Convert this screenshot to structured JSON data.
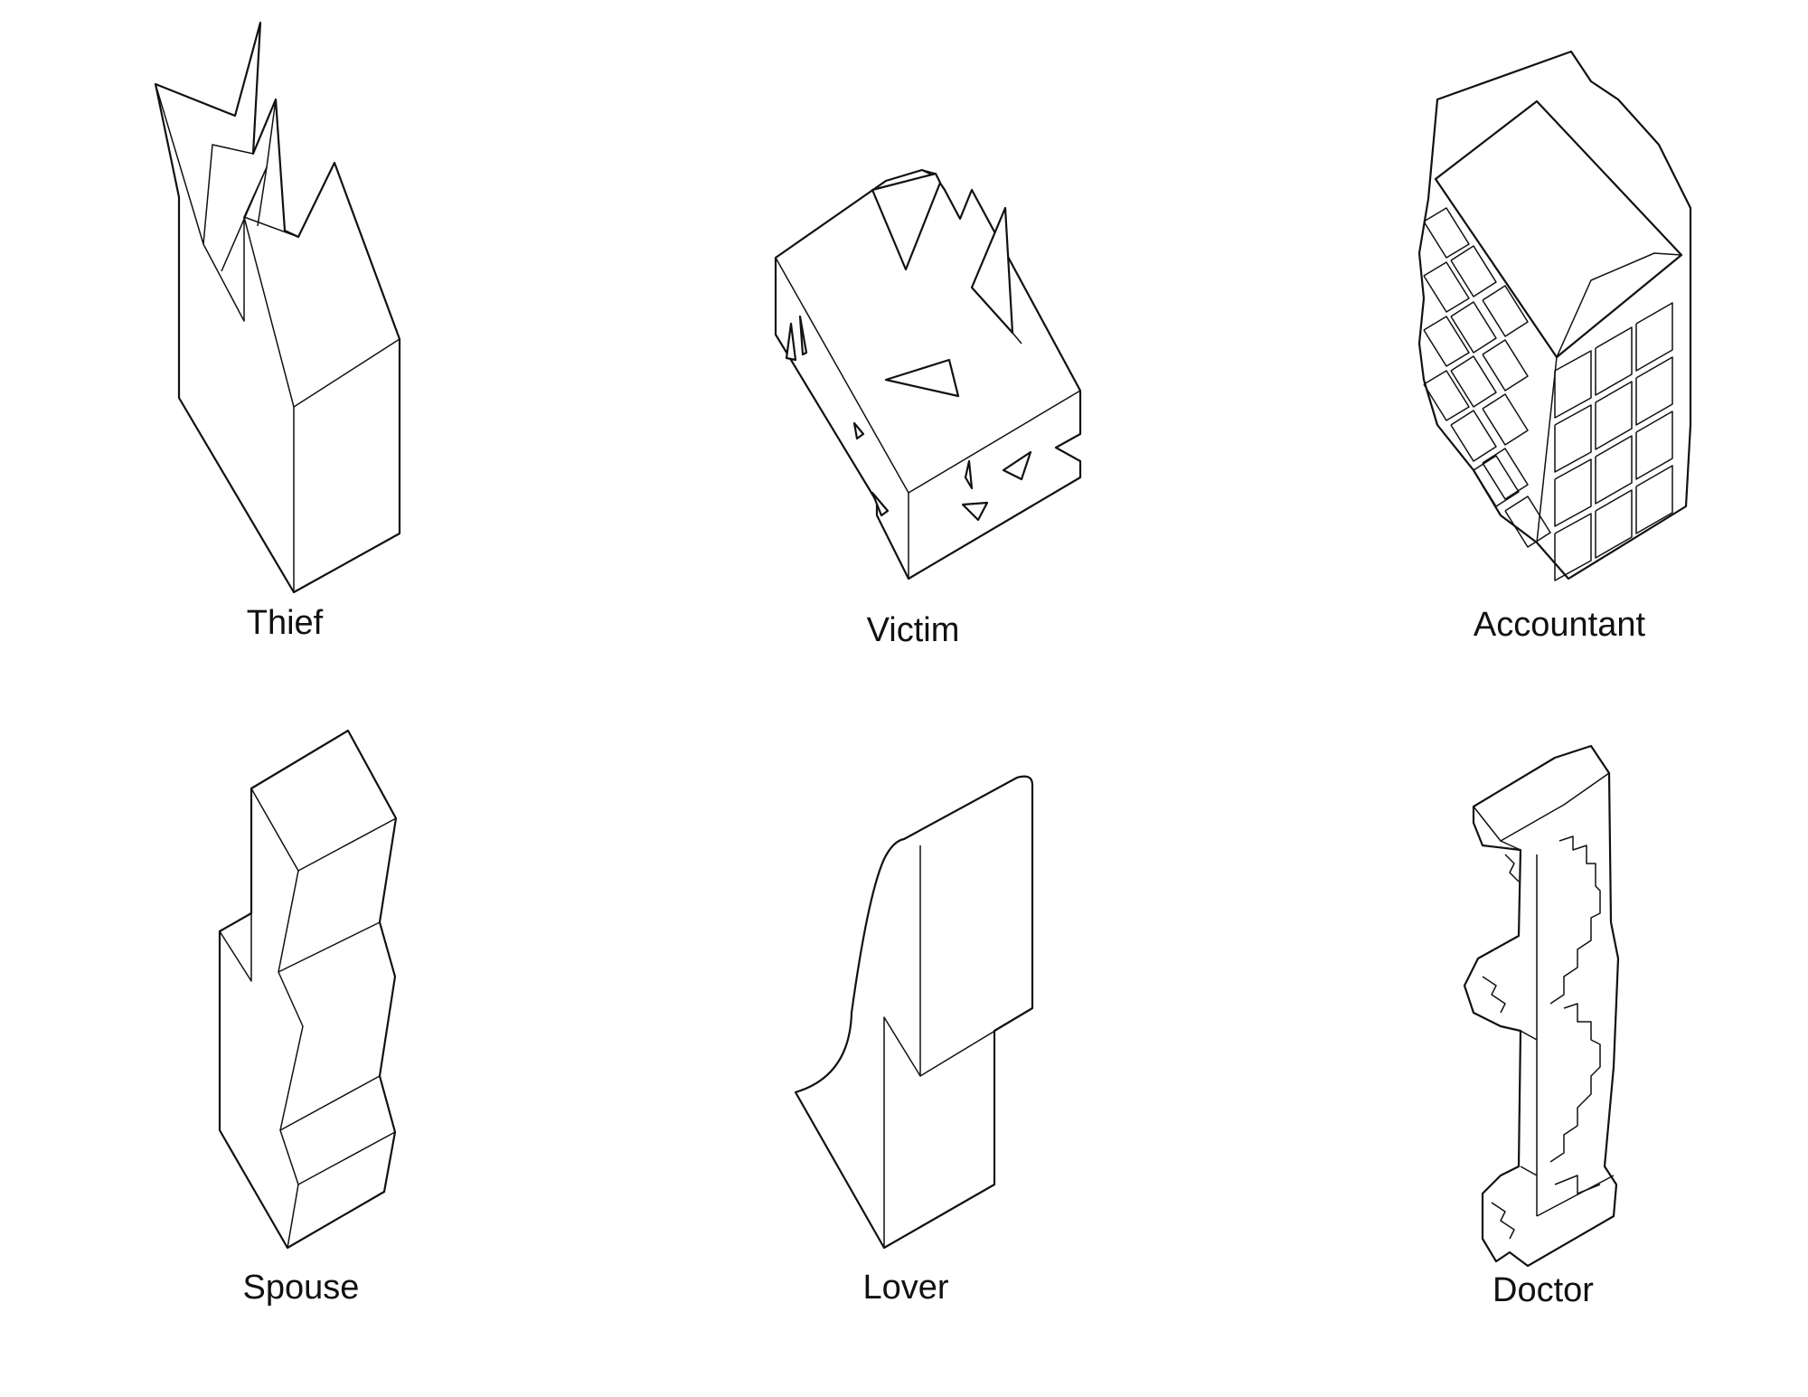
{
  "figures": [
    {
      "id": "thief",
      "label": "Thief"
    },
    {
      "id": "victim",
      "label": "Victim"
    },
    {
      "id": "accountant",
      "label": "Accountant"
    },
    {
      "id": "spouse",
      "label": "Spouse"
    },
    {
      "id": "lover",
      "label": "Lover"
    },
    {
      "id": "doctor",
      "label": "Doctor"
    }
  ]
}
